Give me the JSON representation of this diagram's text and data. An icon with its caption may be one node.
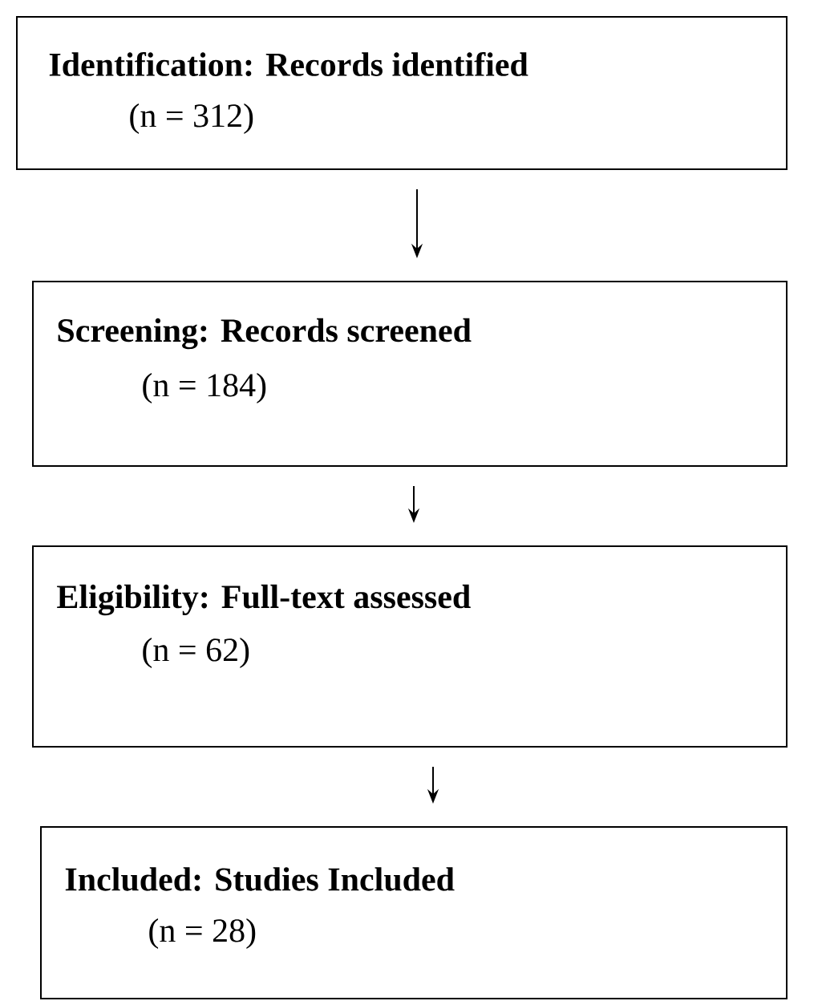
{
  "diagram": {
    "nodes": [
      {
        "text": [
          "Identification: Records identified",
          "(n = 312)"
        ]
      },
      {
        "text": [
          "Screening: Records screened",
          "(n = 184)"
        ]
      },
      {
        "text": [
          "Eligibility: Full-text assessed",
          "(n = 62)"
        ]
      },
      {
        "text": [
          "Included: Studies Included",
          "(n = 28)"
        ]
      }
    ],
    "edges": [
      {
        "from": 0,
        "to": 1,
        "arrow": "to"
      },
      {
        "from": 1,
        "to": 2,
        "arrow": "to"
      },
      {
        "from": 2,
        "to": 3,
        "arrow": "to"
      }
    ]
  }
}
